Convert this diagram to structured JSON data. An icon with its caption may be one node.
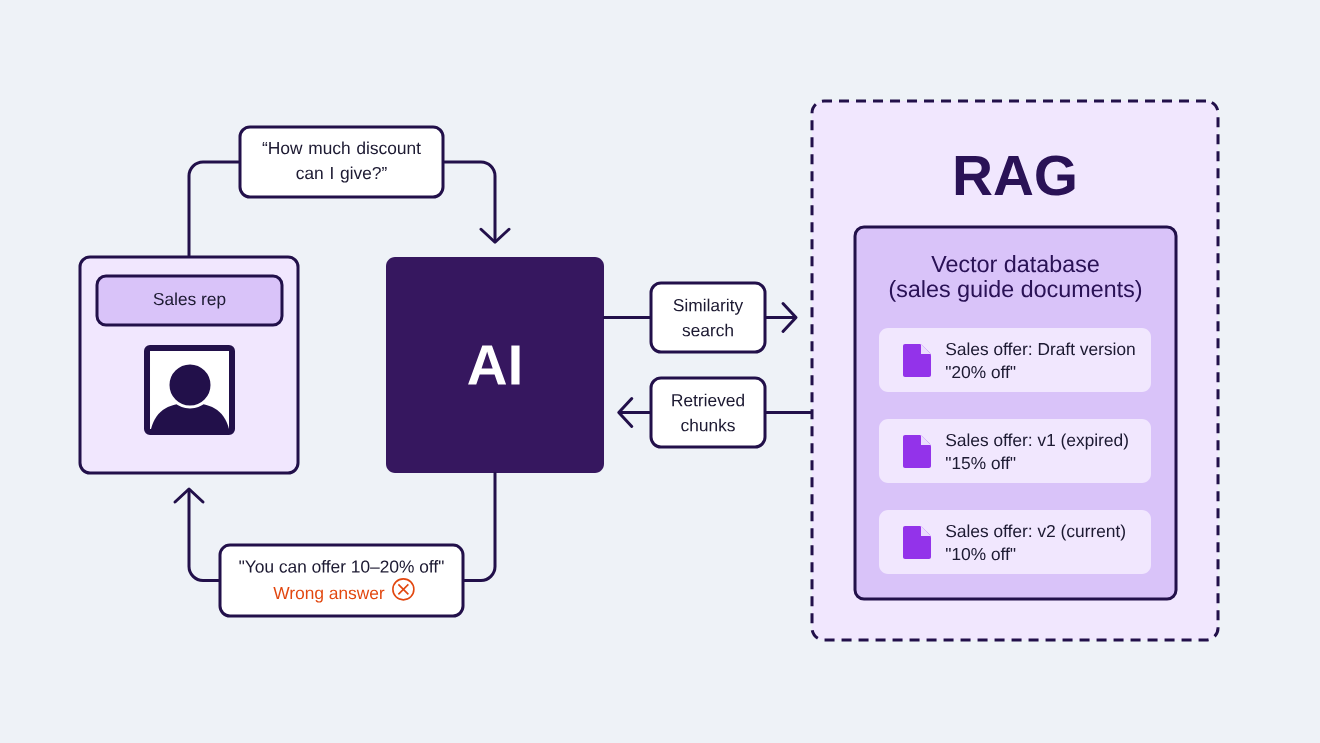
{
  "diagram": {
    "nodes": [
      {
        "text": [],
        "shape": "box"
      },
      {
        "text": [
          "Sales rep"
        ],
        "in": 0
      },
      {
        "text": [
          "“How much discount can I give?”"
        ]
      },
      {
        "text": [
          "AI"
        ]
      },
      {
        "text": [
          "Similarity search"
        ]
      },
      {
        "text": [
          "Retrieved chunks"
        ]
      },
      {
        "text": [
          "RAG"
        ]
      },
      {
        "text": [
          "Vector database",
          "(sales guide documents)"
        ],
        "in": 6
      },
      {
        "text": [
          "Sales offer: Draft version",
          "\"20% off\""
        ],
        "in": 7
      },
      {
        "text": [
          "Sales offer: v1 (expired)",
          "\"15% off\""
        ],
        "in": 7
      },
      {
        "text": [
          "Sales offer: v2 (current)",
          "\"10% off\""
        ],
        "in": 7
      },
      {
        "text": [
          "\"You can offer 10–20% off\"",
          "Wrong answer"
        ]
      }
    ],
    "edges": [
      {
        "from": 0,
        "to": 2,
        "arrow": "none"
      },
      {
        "from": 2,
        "to": 3,
        "arrow": "to"
      },
      {
        "from": 3,
        "to": 4,
        "arrow": "none"
      },
      {
        "from": 4,
        "to": 6,
        "arrow": "to"
      },
      {
        "from": 6,
        "to": 5,
        "arrow": "none"
      },
      {
        "from": 5,
        "to": 3,
        "arrow": "to"
      },
      {
        "from": 3,
        "to": 11,
        "arrow": "none"
      },
      {
        "from": 11,
        "to": 0,
        "arrow": "to"
      }
    ]
  }
}
